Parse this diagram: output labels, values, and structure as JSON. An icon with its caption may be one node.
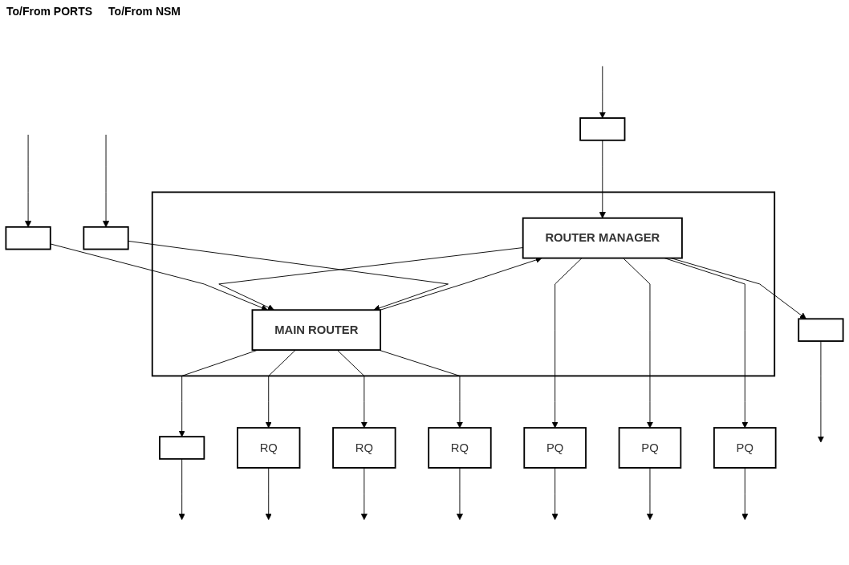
{
  "diagram": {
    "nodes": [
      {
        "text": [],
        "shape": "box"
      },
      {
        "text": [
          "ROUTER MANAGER"
        ],
        "in": 0
      },
      {
        "text": [
          "MAIN ROUTER"
        ],
        "in": 0
      },
      {
        "text": [],
        "shape": "box"
      },
      {
        "text": [],
        "shape": "box"
      },
      {
        "text": [],
        "shape": "box"
      },
      {
        "text": [],
        "shape": "box"
      },
      {
        "text": [
          "PQ"
        ]
      },
      {
        "text": [
          "RQ"
        ]
      },
      {
        "text": [
          "PQ"
        ]
      },
      {
        "text": [
          "RQ"
        ]
      },
      {
        "text": [
          "PQ"
        ]
      },
      {
        "text": [
          "RQ"
        ]
      },
      {
        "text": [],
        "shape": "box"
      }
    ],
    "edges": [
      {
        "from": null,
        "to": 3,
        "arrow": "to"
      },
      {
        "from": 3,
        "to": 2,
        "arrow": "to"
      },
      {
        "from": 2,
        "to": 4,
        "arrow": "to"
      },
      {
        "from": 4,
        "to": null,
        "arrow": "to"
      },
      {
        "from": null,
        "to": 5,
        "arrow": "to"
      },
      {
        "from": 5,
        "to": 1,
        "arrow": "to"
      },
      {
        "from": 1,
        "to": 6,
        "arrow": "to"
      },
      {
        "from": 6,
        "to": null,
        "arrow": "to"
      },
      {
        "from": 1,
        "to": 2,
        "arrow": "to"
      },
      {
        "from": 2,
        "to": 1,
        "arrow": "to"
      },
      {
        "from": 1,
        "to": 7,
        "arrow": "to"
      },
      {
        "from": 2,
        "to": 8,
        "arrow": "to"
      },
      {
        "from": 1,
        "to": 9,
        "arrow": "to"
      },
      {
        "from": 2,
        "to": 10,
        "arrow": "to"
      },
      {
        "from": 1,
        "to": 11,
        "arrow": "to"
      },
      {
        "from": 2,
        "to": 12,
        "arrow": "to"
      },
      {
        "from": 7,
        "to": null,
        "arrow": "to"
      },
      {
        "from": 8,
        "to": null,
        "arrow": "to"
      },
      {
        "from": 9,
        "to": null,
        "arrow": "to"
      },
      {
        "from": 10,
        "to": null,
        "arrow": "to"
      },
      {
        "from": 11,
        "to": null,
        "arrow": "to"
      },
      {
        "from": 12,
        "to": null,
        "arrow": "to"
      },
      {
        "from": null,
        "to": 13,
        "arrow": "to"
      },
      {
        "from": 13,
        "to": 2,
        "arrow": "to"
      }
    ],
    "labels": [
      "To/From PORTS",
      "To/From NSM"
    ]
  }
}
